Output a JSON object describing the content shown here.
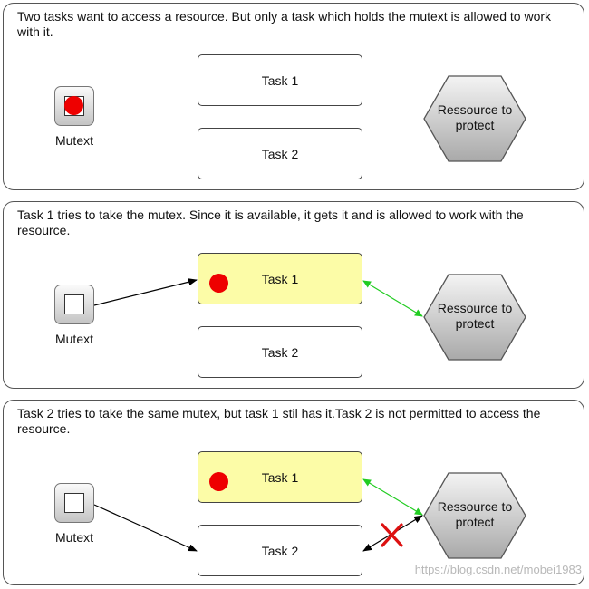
{
  "panels": [
    {
      "description": "Two tasks want to access a resource. But only a task which holds the mutext is allowed to work with it.",
      "mutex_label": "Mutext",
      "task1_label": "Task 1",
      "task2_label": "Task 2",
      "resource_label": "Ressource to protect",
      "mutex_holds_token": true,
      "task1_holds_token": false
    },
    {
      "description": "Task 1 tries to take the mutex. Since it is available, it gets it and is allowed to work with the resource.",
      "mutex_label": "Mutext",
      "task1_label": "Task 1",
      "task2_label": "Task 2",
      "resource_label": "Ressource to protect",
      "mutex_holds_token": false,
      "task1_holds_token": true
    },
    {
      "description": "Task 2 tries to take the same mutex, but task 1 stil has it.Task 2 is not permitted to access the resource.",
      "mutex_label": "Mutext",
      "task1_label": "Task 1",
      "task2_label": "Task 2",
      "resource_label": "Ressource to protect",
      "mutex_holds_token": false,
      "task1_holds_token": true
    }
  ],
  "watermark": "https://blog.csdn.net/mobei1983",
  "colors": {
    "token": "#ee0000",
    "holding_task_fill": "#fcfca7",
    "access_granted_arrow": "#22cc22",
    "access_denied_cross": "#dd1111",
    "request_arrow": "#000000"
  },
  "icons": {
    "token": "red-circle",
    "mutex": "rounded-square",
    "resource": "hexagon",
    "denied": "red-x-cross"
  }
}
